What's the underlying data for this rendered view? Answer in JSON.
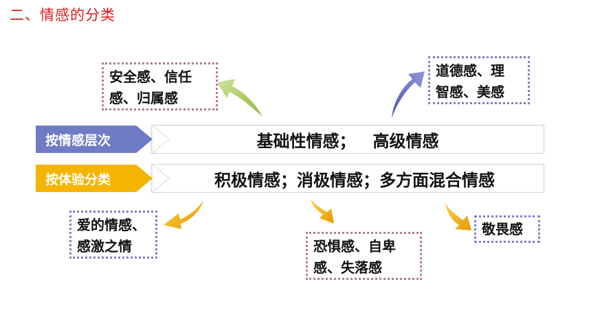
{
  "title": "二、情感的分类",
  "rows": [
    {
      "label": "按情感层次",
      "content": "基础性情感；   高级情感",
      "color": "#6f7bc4"
    },
    {
      "label": "按体验分类",
      "content": "积极情感；消极情感；多方面混合情感",
      "color": "#f5b400"
    }
  ],
  "boxes": {
    "security": [
      "安全感、信任",
      "感、归属感"
    ],
    "moral": [
      "道德感、理",
      "智感、美感"
    ],
    "love": [
      "爱的情感、",
      "感激之情"
    ],
    "fear": [
      "恐惧感、自卑",
      "感、失落感"
    ],
    "awe": [
      "敬畏感"
    ]
  },
  "colors": {
    "title": "#e01b1b",
    "arrow_green": "#b5d46a",
    "arrow_blue": "#6a72c0",
    "arrow_gold": "#f2b01a"
  }
}
